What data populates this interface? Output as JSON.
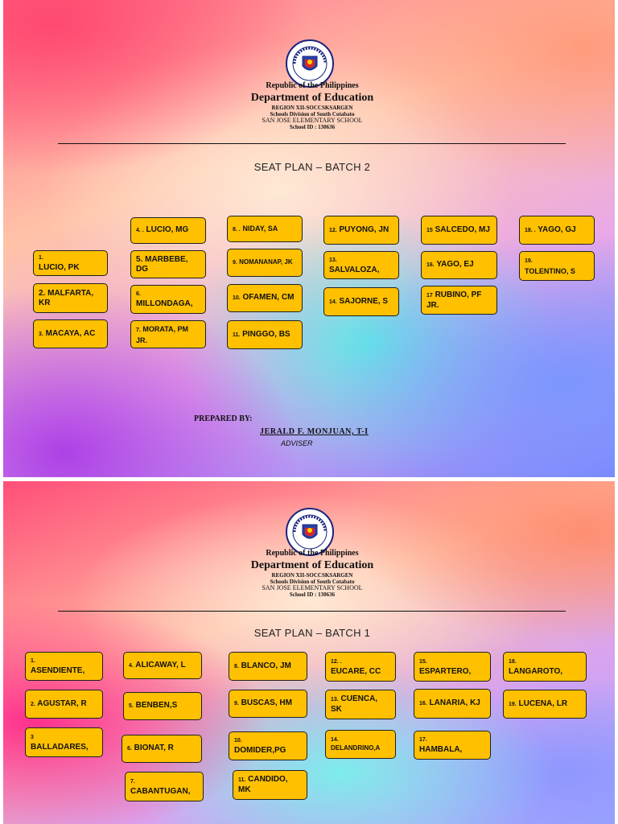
{
  "header": {
    "republic": "Republic of the Philippines",
    "department": "Department of Education",
    "region": "REGION XII-SOCCSKSARGEN",
    "division": "Schools Division of South Cotabato",
    "school": "SAN JOSE ELEMENTARY SCHOOL",
    "school_id": "School ID : 130636"
  },
  "page1": {
    "title": "SEAT PLAN – BATCH 2",
    "seats": [
      {
        "num": "1.",
        "name": "LUCIO, PK"
      },
      {
        "num": "2.",
        "name": "MALFARTA, KR"
      },
      {
        "num": "3.",
        "name": "MACAYA, AC"
      },
      {
        "num": "4. .",
        "name": "LUCIO, MG"
      },
      {
        "num": "5.",
        "name": "MARBEBE, DG"
      },
      {
        "num": "6.",
        "name": "MILLONDAGA,"
      },
      {
        "num": "7.",
        "name": "MORATA, PM JR."
      },
      {
        "num": "8. .",
        "name": "NIDAY, SA"
      },
      {
        "num": "9.",
        "name": "NOMANANAP, JK"
      },
      {
        "num": "10.",
        "name": "OFAMEN, CM"
      },
      {
        "num": "11.",
        "name": "PINGGO, BS"
      },
      {
        "num": "12.",
        "name": "PUYONG, JN"
      },
      {
        "num": "13.",
        "name": "SALVALOZA,"
      },
      {
        "num": "14.",
        "name": "SAJORNE, S"
      },
      {
        "num": "15",
        "name": "SALCEDO, MJ"
      },
      {
        "num": "16.",
        "name": "YAGO, EJ"
      },
      {
        "num": "17",
        "name": "RUBINO, PF JR."
      },
      {
        "num": "18. .",
        "name": "YAGO, GJ"
      },
      {
        "num": "19.",
        "name": "TOLENTINO, S"
      }
    ],
    "prepared_by": "PREPARED BY:",
    "adviser_name": "JERALD F. MONJUAN, T-I",
    "adviser_role": "ADVISER"
  },
  "page2": {
    "title": "SEAT PLAN – BATCH 1",
    "seats": [
      {
        "num": "1.",
        "name": "ASENDIENTE,"
      },
      {
        "num": "2.",
        "name": "AGUSTAR, R"
      },
      {
        "num": "3",
        "name": "BALLADARES,"
      },
      {
        "num": "4.",
        "name": "ALICAWAY, L"
      },
      {
        "num": "5.",
        "name": "BENBEN,S"
      },
      {
        "num": "6.",
        "name": "BIONAT, R"
      },
      {
        "num": "7.",
        "name": "CABANTUGAN,"
      },
      {
        "num": "8.",
        "name": "BLANCO, JM"
      },
      {
        "num": "9.",
        "name": "BUSCAS, HM"
      },
      {
        "num": "10.",
        "name": "DOMIDER,PG"
      },
      {
        "num": "11.",
        "name": "CANDIDO, MK"
      },
      {
        "num": "12. .",
        "name": "EUCARE, CC"
      },
      {
        "num": "13.",
        "name": "CUENCA, SK"
      },
      {
        "num": "14.",
        "name": "DELANDRINO,A"
      },
      {
        "num": "15.",
        "name": "ESPARTERO,"
      },
      {
        "num": "16.",
        "name": "LANARIA, KJ"
      },
      {
        "num": "17.",
        "name": "HAMBALA,"
      },
      {
        "num": "18.",
        "name": "LANGAROTO,"
      },
      {
        "num": "19.",
        "name": "LUCENA, LR"
      }
    ]
  }
}
